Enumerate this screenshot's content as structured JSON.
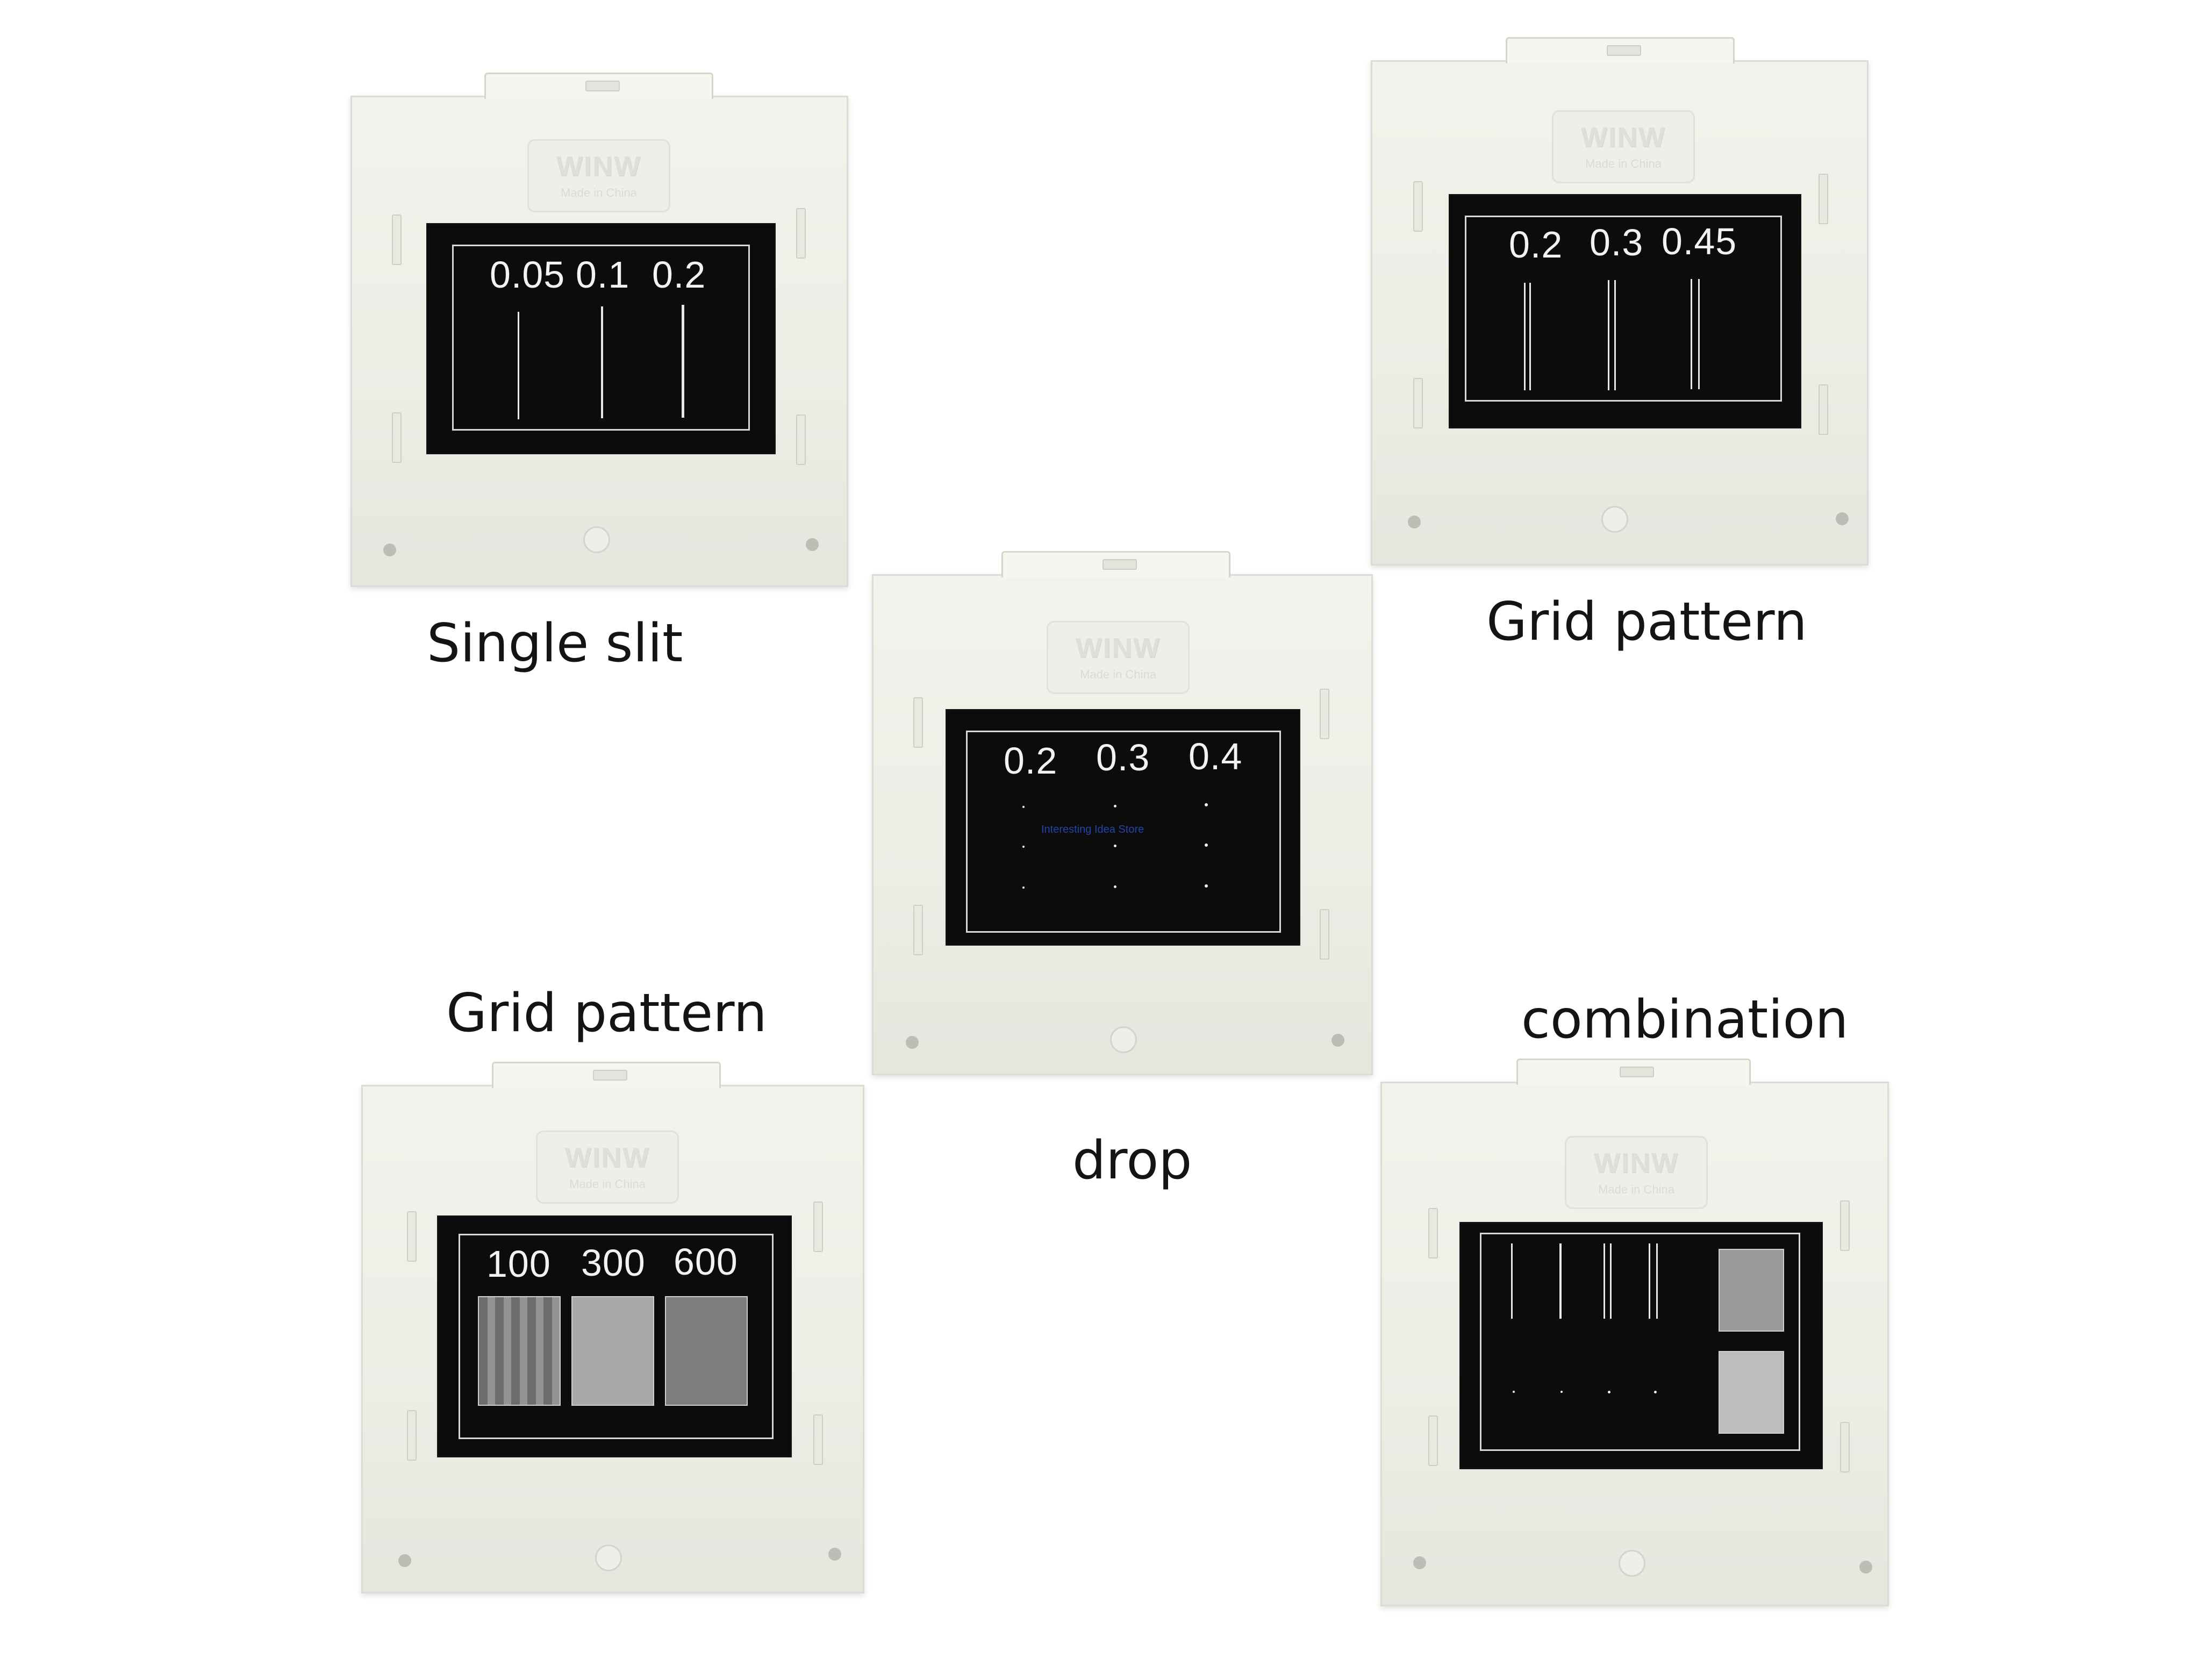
{
  "labels": {
    "single_slit": "Single slit",
    "grid_pattern_top": "Grid pattern",
    "grid_pattern_left": "Grid pattern",
    "combination": "combination",
    "drop": "drop"
  },
  "slides": {
    "single_slit": {
      "logo": "WINW",
      "made_in": "Made in China",
      "values": [
        "0.05",
        "0.1",
        "0.2"
      ]
    },
    "grid_top": {
      "logo": "WINW",
      "made_in": "Made in China",
      "values": [
        "0.2",
        "0.3",
        "0.45"
      ]
    },
    "drop": {
      "logo": "WINW",
      "made_in": "Made in China",
      "values": [
        "0.2",
        "0.3",
        "0.4"
      ],
      "watermark": "Interesting Idea Store"
    },
    "grating": {
      "logo": "WINW",
      "made_in": "Made in China",
      "values": [
        "100",
        "300",
        "600"
      ]
    },
    "combination": {
      "logo": "WINW",
      "made_in": "Made in China"
    }
  },
  "colors": {
    "slide_body": "#f0efe9",
    "film": "#0c0c0c",
    "film_marks": "#f2f2f2"
  }
}
